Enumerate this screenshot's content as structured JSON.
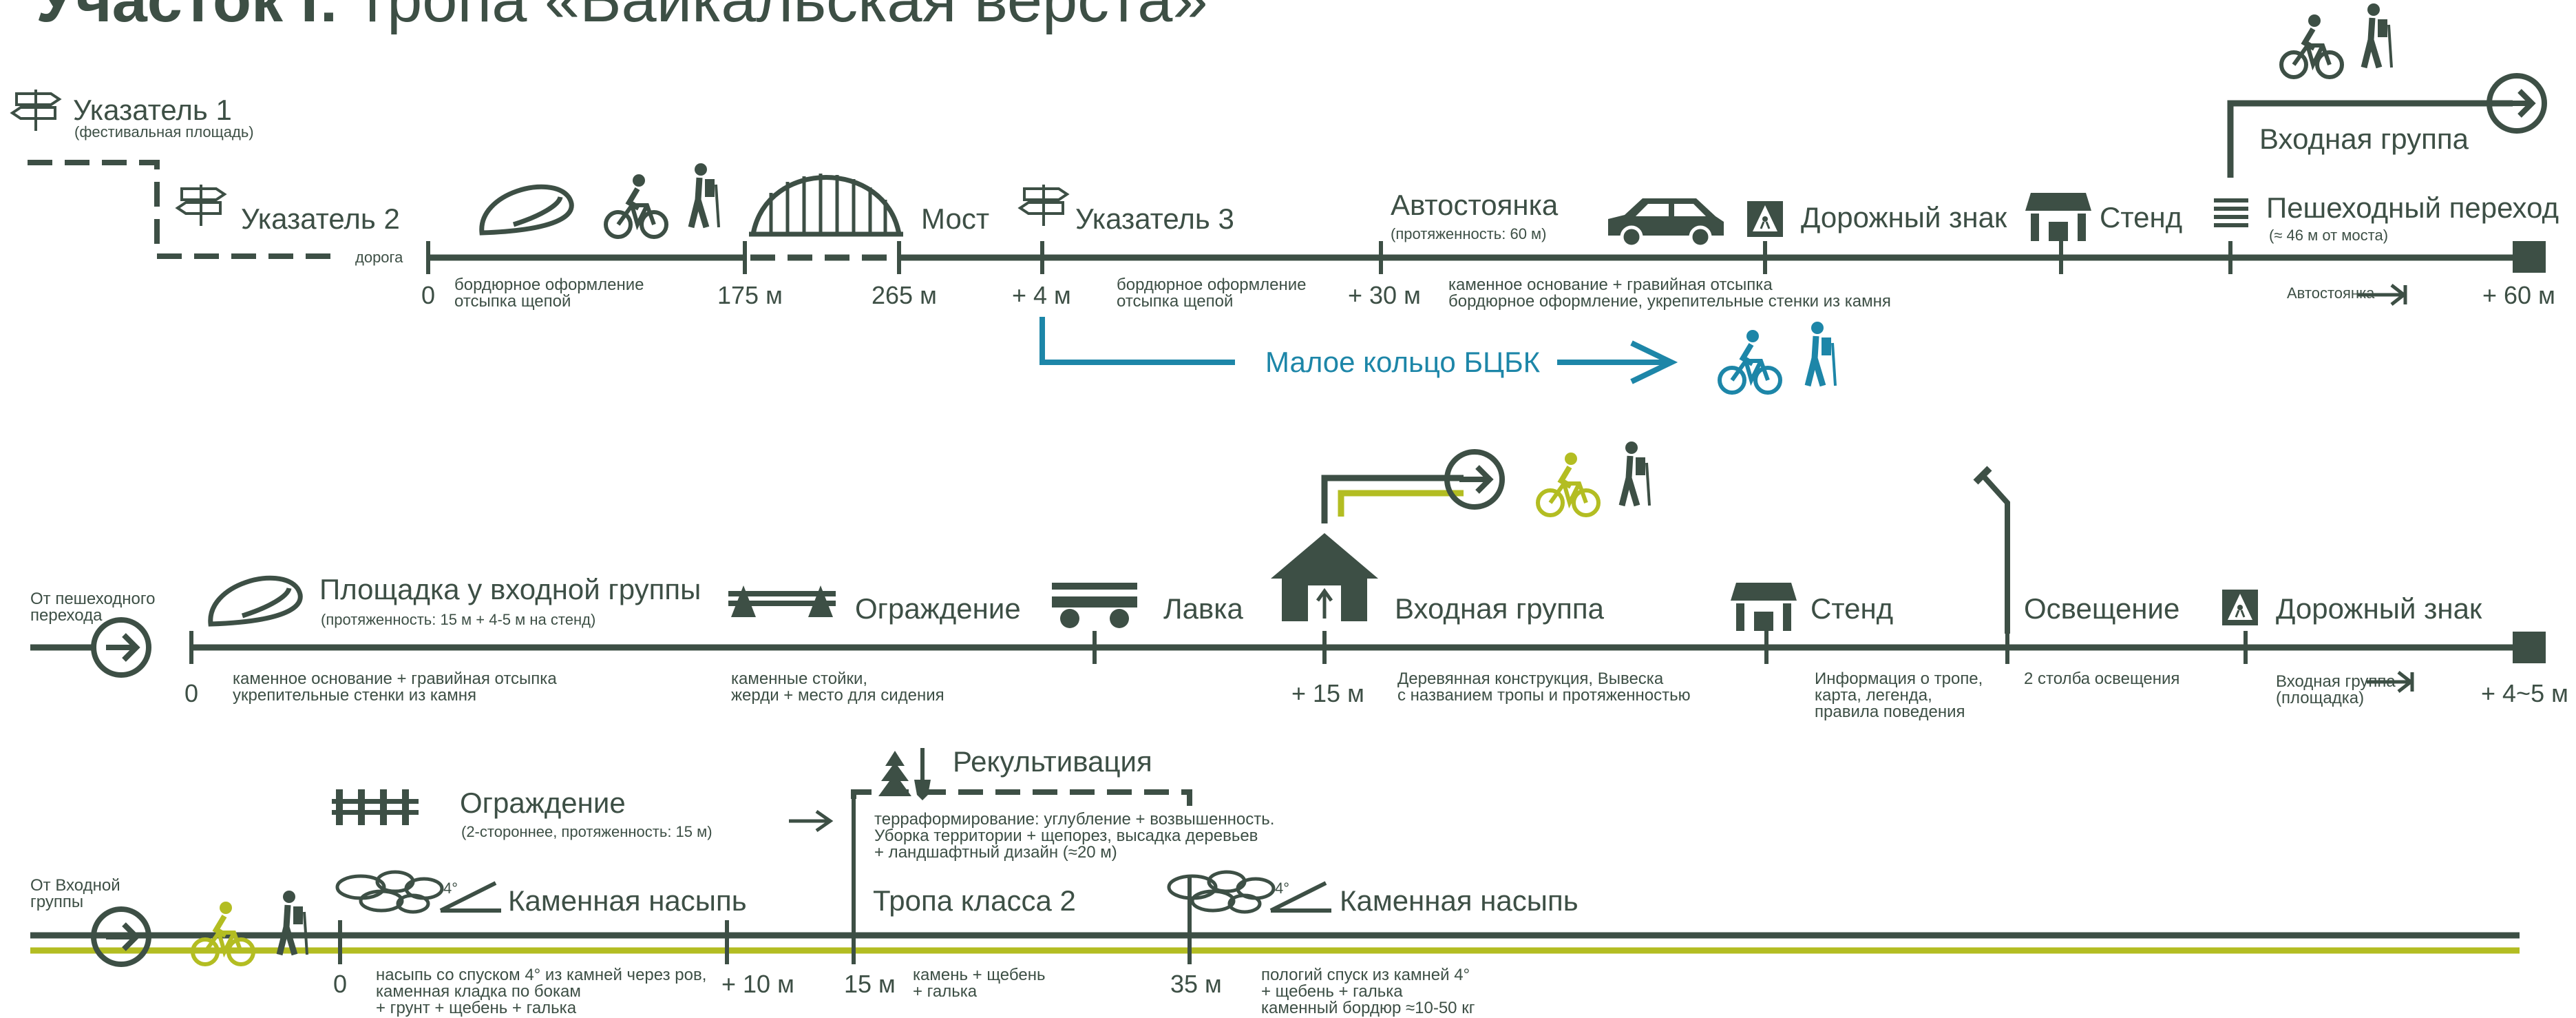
{
  "title": {
    "bold": "Участок I:",
    "rest": "тропа «Байкальская верста»"
  },
  "row1": {
    "ukaz1": "Указатель 1",
    "ukaz1_sub": "(фестивальная площадь)",
    "ukaz2": "Указатель 2",
    "road": "дорога",
    "most": "Мост",
    "ukaz3": "Указатель 3",
    "parking": "Автостоянка",
    "parking_sub": "(протяженность: 60 м)",
    "road_sign": "Дорожный знак",
    "stand": "Стенд",
    "crossing": "Пешеходный переход",
    "crossing_sub": "(≈ 46 м от моста)",
    "entry": "Входная группа",
    "marks": [
      "0",
      "175 м",
      "265 м",
      "+ 4 м",
      "+ 30 м",
      "+ 60 м"
    ],
    "note1": "бордюрное оформление\nотсыпка щепой",
    "note2": "бордюрное оформление\nотсыпка щепой",
    "note3": "каменное основание + гравийная отсыпка\nбордюрное оформление, укрепительные стенки из камня",
    "to_parking": "Автостоянка",
    "ring": "Малое кольцо БЦБК"
  },
  "row2": {
    "from": "От пешеходного\nперехода",
    "platform": "Площадка у входной группы",
    "platform_sub": "(протяженность: 15 м + 4-5 м на стенд)",
    "fence": "Ограждение",
    "bench": "Лавка",
    "entry": "Входная группа",
    "stand": "Стенд",
    "light": "Освещение",
    "road_sign": "Дорожный знак",
    "marks": [
      "0",
      "+ 15 м",
      "+ 4~5 м"
    ],
    "note1": "каменное основание + гравийная отсыпка\nукрепительные стенки из камня",
    "note2": "каменные стойки,\nжерди + место для сидения",
    "note3": "Деревянная конструкция, Вывеска\nс названием тропы и протяженностью",
    "note4": "Информация о тропе,\nкарта, легенда,\nправила поведения",
    "note5": "2 столба освещения",
    "note6": "Входная группа\n(площадка)"
  },
  "row3": {
    "from": "От Входной\nгруппы",
    "fence": "Ограждение",
    "fence_sub": "(2-стороннее, протяженность: 15 м)",
    "recult": "Рекультивация",
    "recult_note": "терраформирование: углубление + возвышенность.\nУборка территории + щепорез, высадка деревьев\n+ ландшафтный дизайн (≈20 м)",
    "embank1": "Каменная насыпь",
    "trail": "Тропа класса 2",
    "embank2": "Каменная насыпь",
    "deg": "4°",
    "marks": [
      "0",
      "+ 10 м",
      "15 м",
      "35 м"
    ],
    "note1": "насыпь со спуском 4° из камней через ров,\nкаменная кладка по бокам\n+ грунт + щебень + галька",
    "note2": "камень + щебень\n+ галька",
    "note3": "пологий спуск из камней 4°\n+ щебень + галька\nкаменный бордюр ≈10-50 кг"
  },
  "colors": {
    "dark": "#3d4f45",
    "blue": "#1d86a8",
    "lime": "#b3bd22"
  },
  "icons": [
    "signpost-icon",
    "stone-icon",
    "bicycle-icon",
    "hiker-icon",
    "bridge-icon",
    "car-icon",
    "pedestrian-sign-icon",
    "stand-icon",
    "crossing-icon",
    "arrow-circle-icon",
    "bench-icon",
    "fence-icon",
    "entry-house-icon",
    "lamp-icon",
    "tree-shovel-icon",
    "rocks-icon",
    "slope-icon"
  ]
}
